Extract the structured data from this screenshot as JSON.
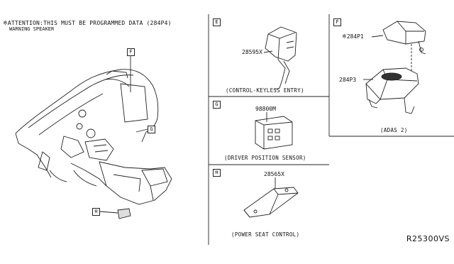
{
  "notes": {
    "line1": "※ATTENTION:THIS MUST BE PROGRAMMED DATA (284P4)",
    "line2": "WARNING SPEAKER"
  },
  "dash_callouts": {
    "f": "F",
    "g": "G",
    "h": "H"
  },
  "panels": {
    "e": {
      "letter": "E",
      "part": "28595X",
      "caption": "(CONTROL-KEYLESS ENTRY)"
    },
    "g": {
      "letter": "G",
      "part": "98800M",
      "caption": "(DRIVER POSITION SENSOR)"
    },
    "h": {
      "letter": "H",
      "part": "28565X",
      "caption": "(POWER SEAT CONTROL)"
    },
    "f": {
      "letter": "F",
      "part_a": "※284P1",
      "part_b": "284P3",
      "caption": "(ADAS 2)"
    }
  },
  "reference": "R25300VS"
}
